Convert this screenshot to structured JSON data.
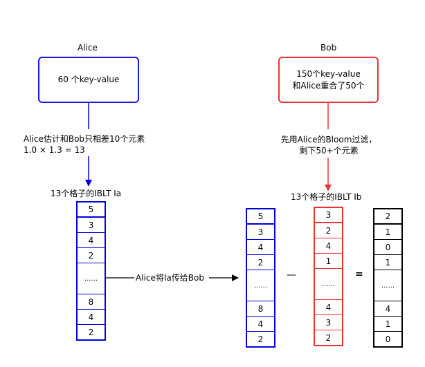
{
  "alice": {
    "title": "Alice",
    "box_text": "60 个key-value"
  },
  "bob": {
    "title": "Bob",
    "box_line1": "150个key-value",
    "box_line2": "和Alice重合了50个"
  },
  "alice_edge": {
    "line1": "Alice估计和Bob只相差10个元素",
    "line2": "1.0 × 1.3 = 13"
  },
  "bob_edge": {
    "line1": "先用Alice的Bloom过滤，",
    "line2": "剩下50+个元素"
  },
  "iblt_a_title": "13个格子的IBLT Ia",
  "iblt_b_title": "13个格子的IBLT Ib",
  "transfer_label": "Alice将Ia传给Bob",
  "minus_sign": "—",
  "equals_sign": "=",
  "columns": {
    "alice_ia": [
      "5",
      "3",
      "4",
      "2",
      "......",
      "8",
      "4",
      "2"
    ],
    "bob_ia": [
      "5",
      "3",
      "4",
      "2",
      "......",
      "8",
      "4",
      "2"
    ],
    "bob_ib": [
      "3",
      "2",
      "4",
      "1",
      "......",
      "4",
      "3",
      "2"
    ],
    "result": [
      "2",
      "1",
      "0",
      "1",
      "......",
      "4",
      "1",
      "0"
    ]
  },
  "colors": {
    "blue": "#0000dd",
    "red": "#ee3333",
    "black": "#000000"
  }
}
